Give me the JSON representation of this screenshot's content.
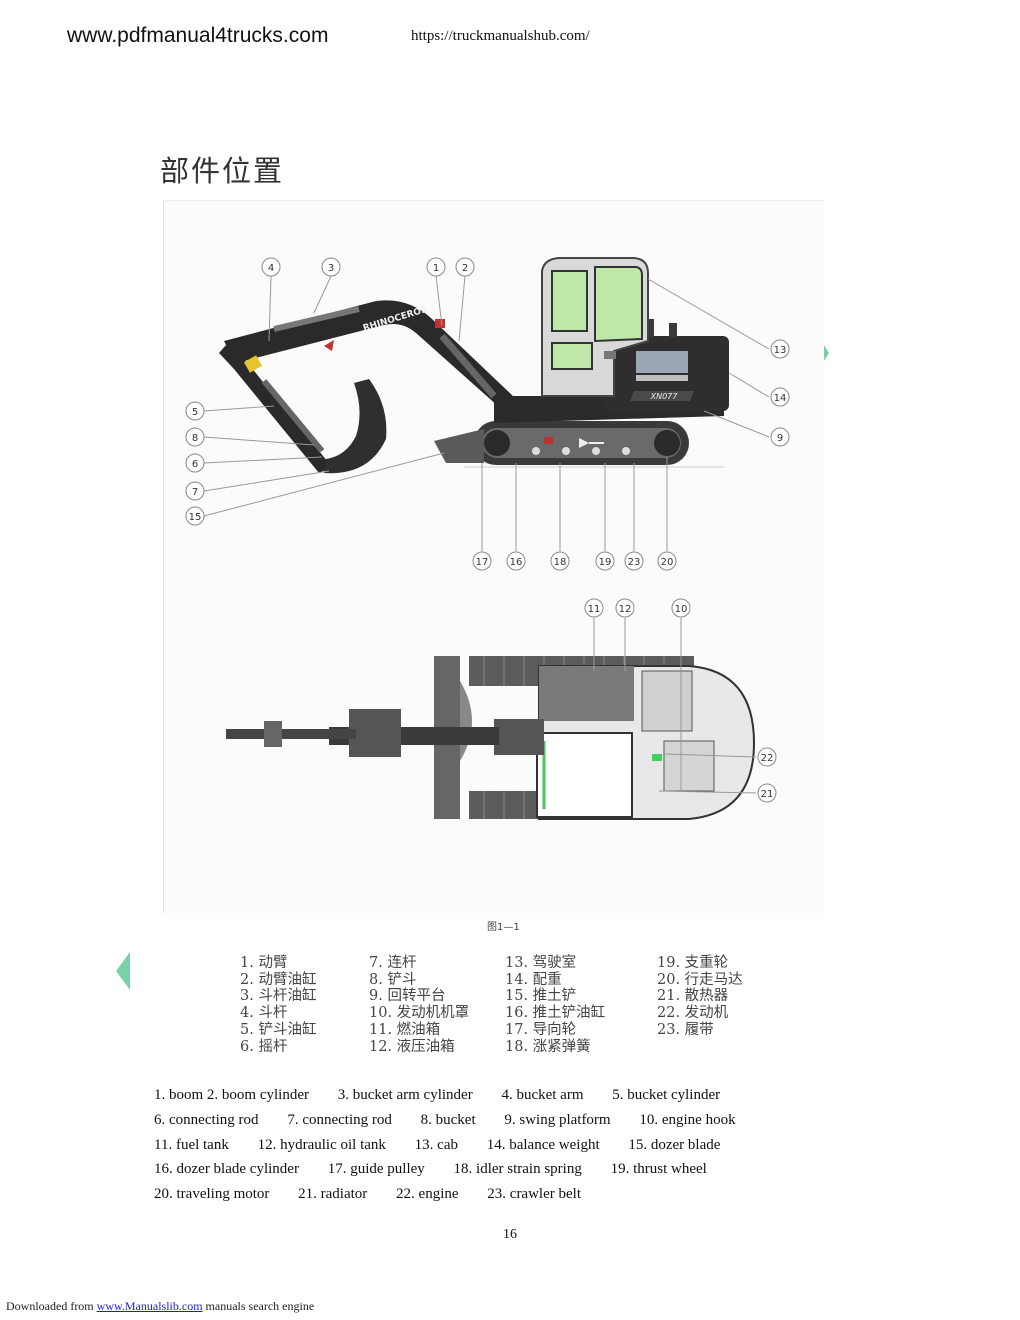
{
  "header": {
    "left_url": "www.pdfmanual4trucks.com",
    "right_url": "https://truckmanualshub.com/"
  },
  "title": "部件位置",
  "figure": {
    "caption": "图1—1",
    "brand_label": "RHINOCEROS",
    "model_label": "XN077",
    "callouts": [
      "1",
      "2",
      "3",
      "4",
      "5",
      "6",
      "7",
      "8",
      "9",
      "10",
      "11",
      "12",
      "13",
      "14",
      "15",
      "16",
      "17",
      "18",
      "19",
      "20",
      "21",
      "22",
      "23"
    ]
  },
  "legend_cn": [
    [
      "1.  动臂",
      "2.  动臂油缸",
      "3.  斗杆油缸",
      "4.  斗杆",
      "5.  铲斗油缸",
      "6.  摇杆"
    ],
    [
      "7.  连杆",
      "8.  铲斗",
      "9.  回转平台",
      "10. 发动机机罩",
      "11. 燃油箱",
      "12. 液压油箱"
    ],
    [
      "13. 驾驶室",
      "14. 配重",
      "15. 推土铲",
      "16. 推土铲油缸",
      "17. 导向轮",
      "18. 涨紧弹簧"
    ],
    [
      "19. 支重轮",
      "20. 行走马达",
      "21. 散热器",
      "22. 发动机",
      "23. 履带"
    ]
  ],
  "legend_en": [
    [
      "1. boom 2. boom cylinder",
      "3. bucket arm cylinder",
      "4. bucket arm",
      "5. bucket cylinder"
    ],
    [
      "6. connecting rod",
      "7. connecting rod",
      "8. bucket",
      "9. swing platform",
      "10. engine hook"
    ],
    [
      "11. fuel tank",
      "12. hydraulic oil tank",
      "13. cab",
      "14. balance weight",
      "15. dozer blade"
    ],
    [
      "16. dozer blade cylinder",
      "17. guide pulley",
      "18. idler strain spring",
      "19. thrust wheel"
    ],
    [
      "20. traveling motor",
      "21. radiator",
      "22. engine",
      "23. crawler belt"
    ]
  ],
  "page_number": "16",
  "footer": {
    "prefix": "Downloaded from ",
    "link": "www.Manualslib.com",
    "suffix": " manuals search engine"
  },
  "colors": {
    "accent_tab": "#7bd1a6",
    "machine_dark": "#2b2b2b",
    "cab_glass": "#bfe8a8"
  }
}
